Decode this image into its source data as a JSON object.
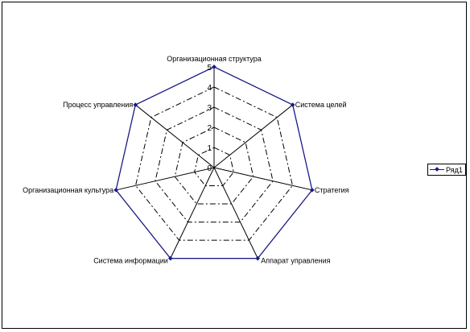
{
  "chart_data": {
    "type": "radar",
    "categories": [
      "Организационная структура",
      "Система целей",
      "Стратегия",
      "Аппарат управления",
      "Система информации",
      "Организационная культура",
      "Процесс управления"
    ],
    "series": [
      {
        "name": "Ряд1",
        "values": [
          5,
          5,
          5,
          5,
          5,
          5,
          5
        ],
        "color": "#1a1a8c"
      }
    ],
    "rlim": [
      0,
      5
    ],
    "ticks": [
      0,
      1,
      2,
      3,
      4,
      5
    ],
    "grid": true,
    "legend": "right"
  }
}
